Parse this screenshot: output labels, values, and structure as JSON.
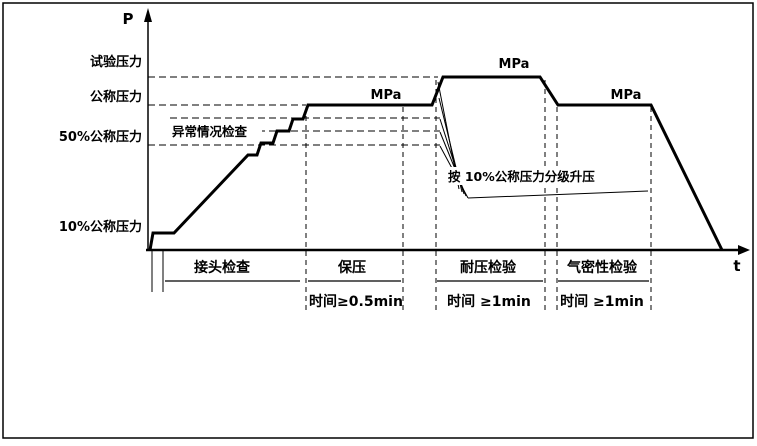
{
  "axes": {
    "y": "P",
    "x": "t"
  },
  "levels": {
    "test_pressure": "试验压力",
    "nominal_pressure": "公称压力",
    "fifty_percent": "50%公称压力",
    "ten_percent": "10%公称压力"
  },
  "annotations": {
    "abnormal_check": "异常情况检查",
    "step_up": "按 10%公称压力分级升压",
    "mpa_hold": "MPa",
    "mpa_peak": "MPa",
    "mpa_tightness": "MPa"
  },
  "stages": {
    "joint": {
      "label": "接头检查"
    },
    "hold": {
      "label": "保压",
      "time": "时间≥0.5min"
    },
    "pressure_test": {
      "label": "耐压检验",
      "time": "时间 ≥1min"
    },
    "tightness": {
      "label": "气密性检验",
      "time": "时间 ≥1min"
    }
  }
}
